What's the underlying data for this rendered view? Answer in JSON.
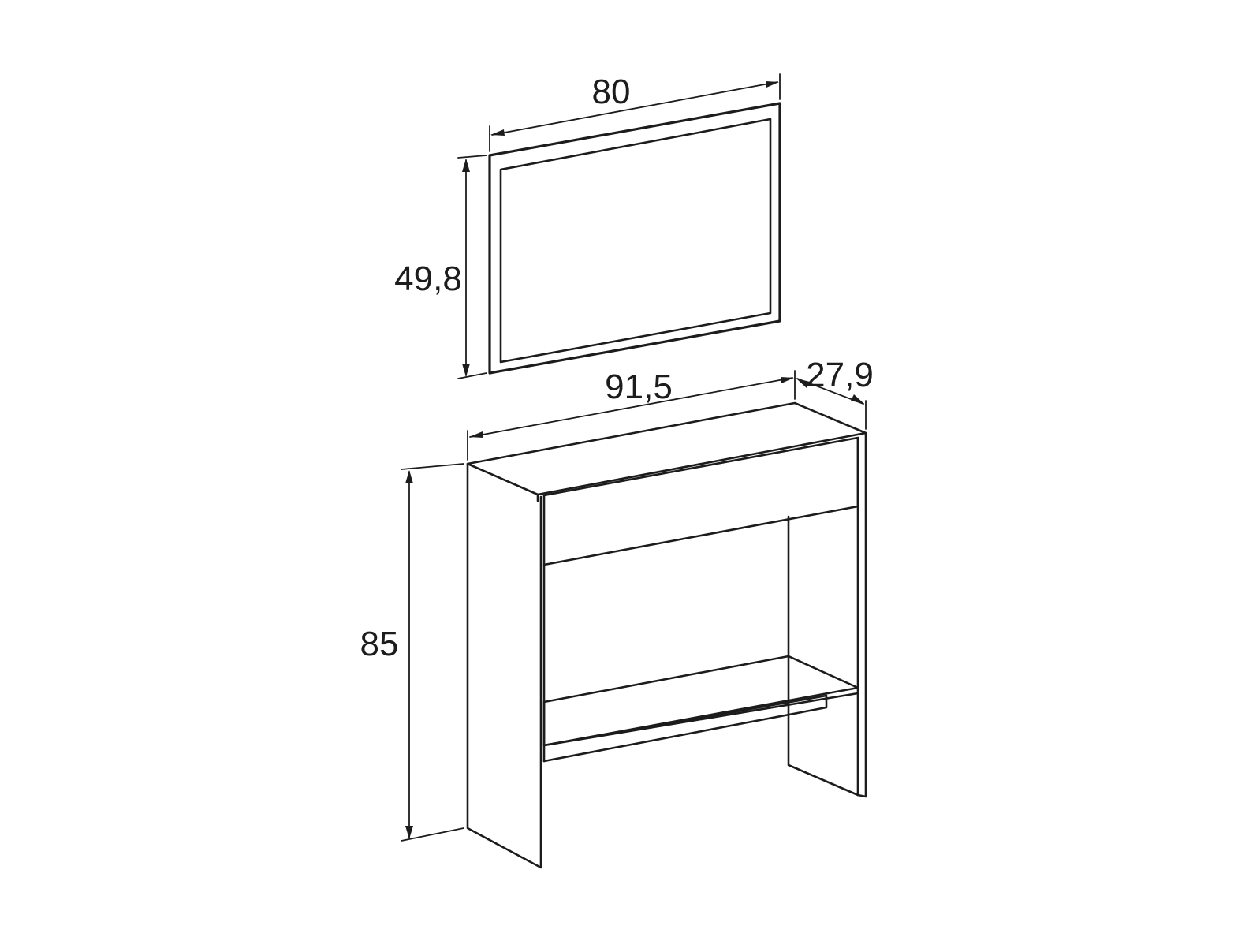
{
  "dimensions": {
    "mirror_width": "80",
    "mirror_height": "49,8",
    "console_width": "91,5",
    "console_depth": "27,9",
    "console_height": "85"
  }
}
